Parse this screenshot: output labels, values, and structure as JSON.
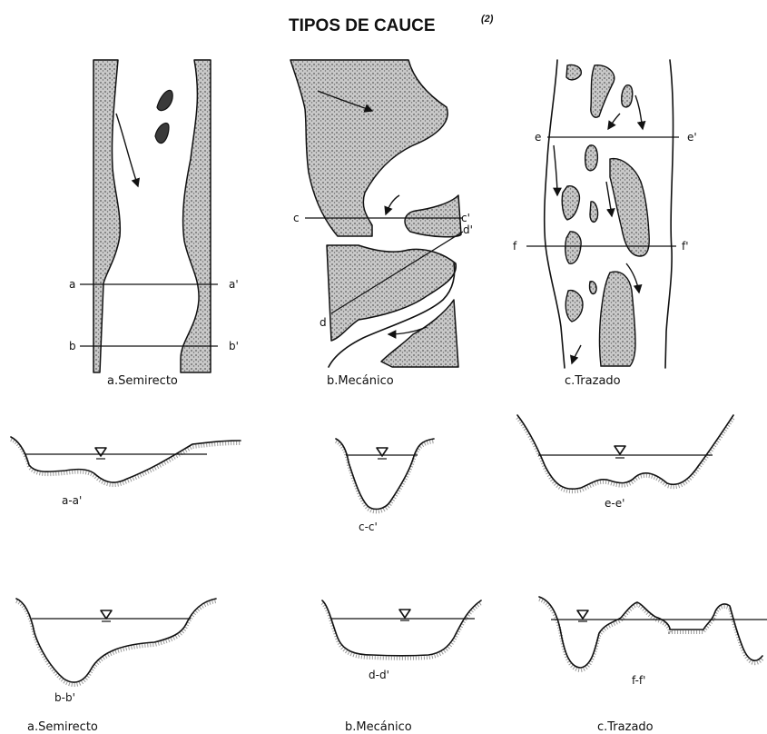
{
  "title": "TIPOS DE CAUCE",
  "title_ref": "(2)",
  "plan_views": [
    {
      "caption": "a.Semirecto",
      "labels": [
        "a",
        "a'",
        "b",
        "b'"
      ]
    },
    {
      "caption": "b.Mecánico",
      "labels": [
        "c",
        "c'",
        "d'",
        "d"
      ]
    },
    {
      "caption": "c.Trazado",
      "labels": [
        "e",
        "e'",
        "f",
        "f'"
      ]
    }
  ],
  "sections_row1": [
    "a-a'",
    "c-c'",
    "e-e'"
  ],
  "sections_row2": [
    "b-b'",
    "d-d'",
    "f-f'"
  ],
  "bottom_captions": [
    "a.Semirecto",
    "b.Mecánico",
    "c.Trazado"
  ]
}
